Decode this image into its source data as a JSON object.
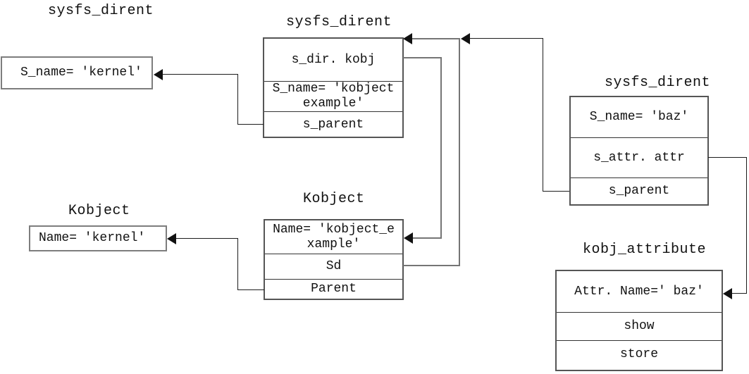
{
  "diagram": {
    "description": "sysfs_dirent / kobject relationship diagram",
    "nodes": {
      "sysfs_kernel": {
        "title": "sysfs_dirent",
        "rows": [
          "S_name= 'kernel'"
        ]
      },
      "sysfs_kobject_example": {
        "title": "sysfs_dirent",
        "rows": [
          "s_dir. kobj",
          "S_name= 'kobject\nexample'",
          "s_parent"
        ]
      },
      "sysfs_baz": {
        "title": "sysfs_dirent",
        "rows": [
          "S_name= 'baz'",
          "s_attr. attr",
          "s_parent"
        ]
      },
      "kobject_example": {
        "title": "Kobject",
        "rows": [
          "Name= 'kobject_e\nxample'",
          "Sd",
          "Parent"
        ]
      },
      "kobject_kernel": {
        "title": "Kobject",
        "rows": [
          "Name= 'kernel'"
        ]
      },
      "kobj_attribute": {
        "title": "kobj_attribute",
        "rows": [
          "Attr. Name=' baz'",
          "show",
          "store"
        ]
      }
    },
    "edges": [
      {
        "from": "sysfs_kobject_example.s_parent",
        "to": "sysfs_kernel"
      },
      {
        "from": "sysfs_kobject_example.s_dir.kobj",
        "to": "kobject_example.Name"
      },
      {
        "from": "kobject_example.Sd",
        "to": "sysfs_kobject_example"
      },
      {
        "from": "kobject_example.Parent",
        "to": "kobject_kernel"
      },
      {
        "from": "sysfs_baz.s_parent",
        "to": "sysfs_kobject_example"
      },
      {
        "from": "sysfs_baz.s_attr.attr",
        "to": "kobj_attribute.Attr.Name"
      }
    ],
    "colors": {
      "line_black": "#1c1c1c",
      "line_gray": "#757575",
      "text": "#111111",
      "background": "#ffffff"
    }
  }
}
